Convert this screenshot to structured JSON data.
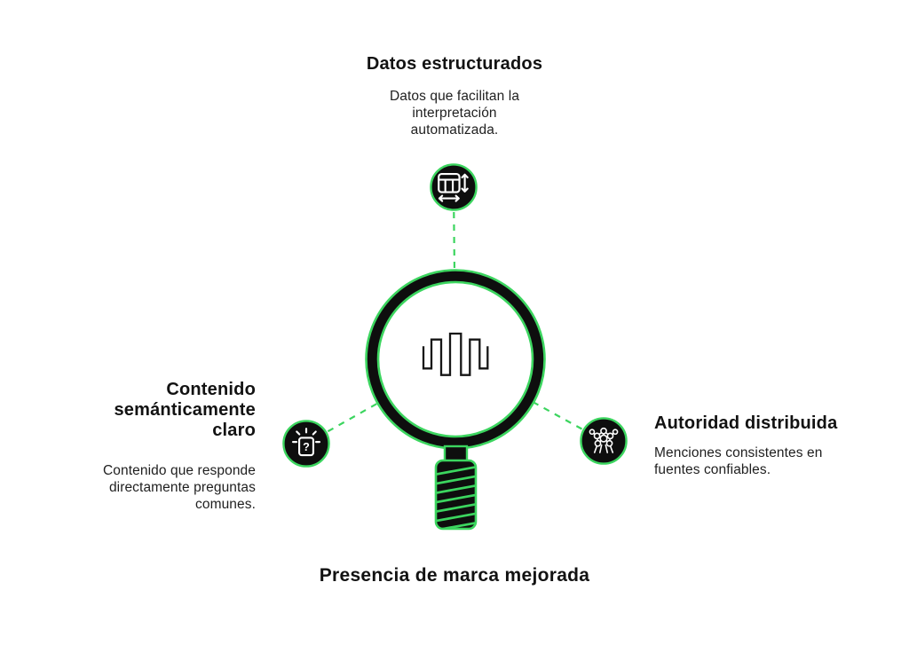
{
  "diagram": {
    "colors": {
      "accent_green": "#3cd55f",
      "ink": "#0e0e0e",
      "bg": "#ffffff"
    },
    "center": {
      "icon": "magnifier-waveform-icon"
    },
    "nodes": {
      "top": {
        "title": "Datos estructurados",
        "description": "Datos que facilitan la\ninterpretación\nautomatizada.",
        "icon": "structured-data-table-icon"
      },
      "left": {
        "title": "Contenido\nsemánticamente\nclaro",
        "description": "Contenido que responde\ndirectamente preguntas\ncomunes.",
        "icon": "question-card-idea-icon",
        "question_mark": "?"
      },
      "right": {
        "title": "Autoridad distribuida",
        "description": "Menciones consistentes en\nfuentes confiables.",
        "icon": "people-network-icon"
      }
    },
    "footer": {
      "title": "Presencia de marca mejorada"
    }
  }
}
